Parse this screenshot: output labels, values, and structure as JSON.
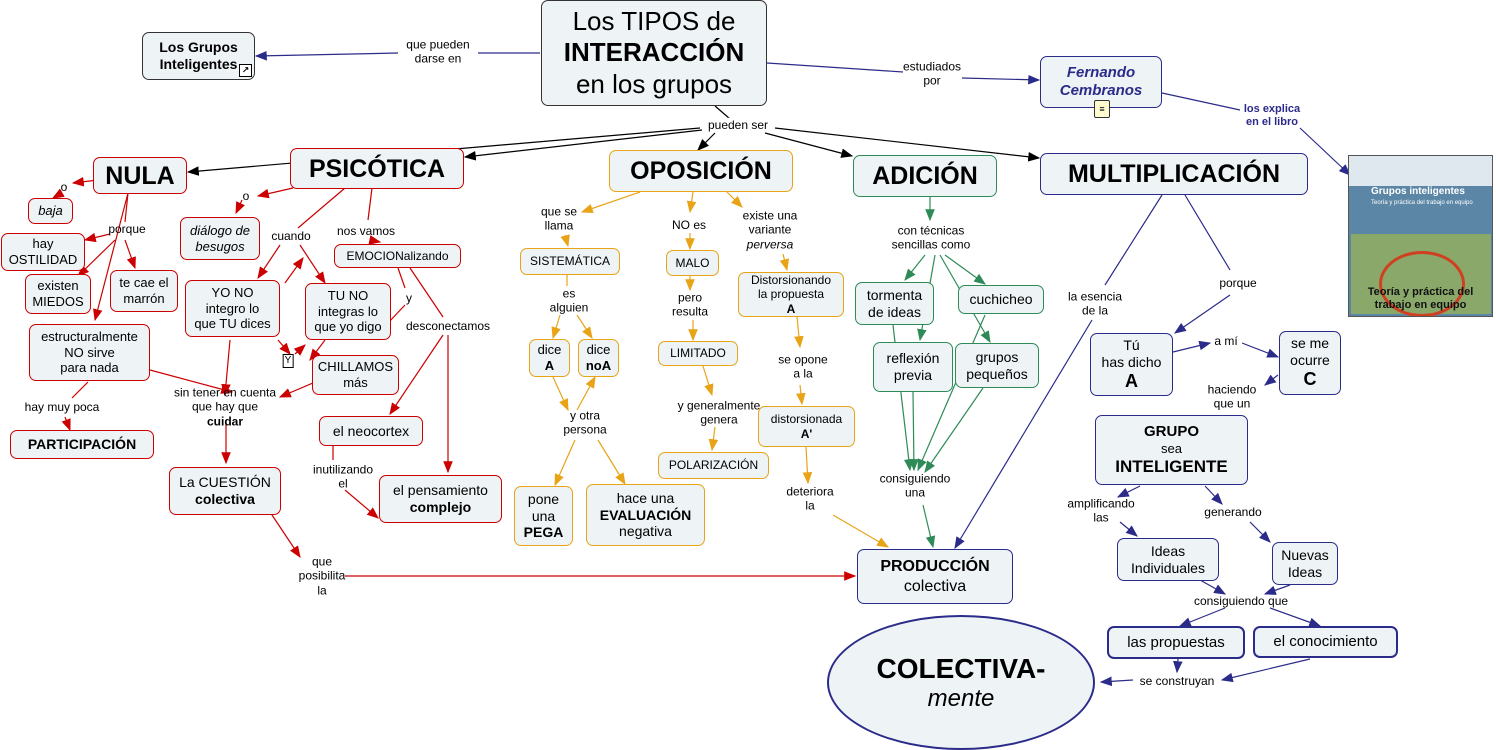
{
  "title": {
    "line1": "Los TIPOS de",
    "line2": "INTERACCIÓN",
    "line3": "en los grupos"
  },
  "grupos_inteligentes": {
    "line1": "Los Grupos",
    "line2": "Inteligentes",
    "shortcut_icon": "shortcut-arrow-icon"
  },
  "fernando": {
    "line1": "Fernando",
    "line2": "Cembranos",
    "note_icon": "note-icon"
  },
  "book": {
    "title": "Grupos inteligentes",
    "subtitle": "Teoría y práctica del trabajo en equipo",
    "caption1": "Teoría y práctica del",
    "caption2": "trabajo en equipo"
  },
  "links_text": {
    "que_pueden": [
      "que pueden",
      "darse en"
    ],
    "estudiados": [
      "estudiados",
      "por"
    ],
    "los_explica": [
      "los explica",
      "en el libro"
    ],
    "pueden_ser": "pueden ser"
  },
  "types": {
    "nula": "NULA",
    "psicotica": "PSICÓTICA",
    "oposicion": "OPOSICIÓN",
    "adicion": "ADICIÓN",
    "multiplicacion": "MULTIPLICACIÓN"
  },
  "nula": {
    "o": "o",
    "baja": "baja",
    "porque": "porque",
    "hay": [
      "hay",
      "OSTILIDAD"
    ],
    "existen": [
      "existen",
      "MIEDOS"
    ],
    "te_cae": [
      "te cae el",
      "marrón"
    ],
    "estructural": [
      "estructuralmente",
      "NO sirve",
      "para nada"
    ],
    "hay_muy_poca": "hay muy poca",
    "participacion": "PARTICIPACIÓN"
  },
  "psicotica": {
    "o": "o",
    "dialogo": [
      "diálogo de",
      "besugos"
    ],
    "cuando": "cuando",
    "nos_vamos": "nos vamos",
    "emocion": "EMOCIONalizando",
    "yo_no": [
      "YO NO",
      "integro lo",
      "que TU dices"
    ],
    "tu_no": [
      "TU NO",
      "integras lo",
      "que yo digo"
    ],
    "y1": "y",
    "y2": "Y",
    "chillamos": [
      "CHILLAMOS",
      "más"
    ],
    "desconectamos": "desconectamos",
    "sin_tener": [
      "sin tener en cuenta",
      "que hay que"
    ],
    "cuidar": "cuidar",
    "cuestion": [
      "La CUESTIÓN",
      "colectiva"
    ],
    "neocortex": "el neocortex",
    "inutilizando": [
      "inutilizando",
      "el"
    ],
    "pensamiento": [
      "el pensamiento",
      "complejo"
    ],
    "que_posibilita": [
      "que",
      "posibilita",
      "la"
    ]
  },
  "oposicion": {
    "que_se_llama": [
      "que se",
      "llama"
    ],
    "sistematica": "SISTEMÁTICA",
    "es_alguien": [
      "es",
      "alguien"
    ],
    "dice_a": [
      "dice",
      "A"
    ],
    "dice_noa": [
      "dice",
      "noA"
    ],
    "y_otra": [
      "y otra",
      "persona"
    ],
    "pone": [
      "pone",
      "una",
      "PEGA"
    ],
    "hace": [
      "hace una",
      "EVALUACIÓN",
      "negativa"
    ],
    "no_es": "NO es",
    "malo": "MALO",
    "pero": [
      "pero",
      "resulta"
    ],
    "limitado": "LIMITADO",
    "y_generalmente": [
      "y generalmente",
      "genera"
    ],
    "polarizacion": "POLARIZACIÓN",
    "existe": [
      "existe una",
      "variante",
      "perversa"
    ],
    "distorsionando": [
      "Distorsionando",
      "la propuesta"
    ],
    "dist_a": "A",
    "se_opone": [
      "se opone",
      "a la"
    ],
    "distorsionada": [
      "distorsionada",
      "A'"
    ],
    "deteriora": [
      "deteriora",
      "la"
    ]
  },
  "adicion": {
    "con_tecnicas": [
      "con técnicas",
      "sencillas como"
    ],
    "tormenta": [
      "tormenta",
      "de ideas"
    ],
    "cuchicheo": "cuchicheo",
    "reflexion": [
      "reflexión",
      "previa"
    ],
    "grupos": [
      "grupos",
      "pequeños"
    ],
    "consiguiendo": [
      "consiguiendo",
      "una"
    ]
  },
  "produccion": {
    "line1": "PRODUCCIÓN",
    "line2": "colectiva"
  },
  "multiplicacion": {
    "la_esencia": [
      "la esencia",
      "de la"
    ],
    "porque": "porque",
    "tu_has": [
      "Tú",
      "has dicho"
    ],
    "tu_a": "A",
    "a_mi": "a mí",
    "se_me": [
      "se me",
      "ocurre"
    ],
    "se_c": "C",
    "haciendo": [
      "haciendo",
      "que un"
    ],
    "grupo": [
      "GRUPO",
      "sea",
      "INTELIGENTE"
    ],
    "amplificando": [
      "amplificando",
      "las"
    ],
    "generando": "generando",
    "ideas": [
      "Ideas",
      "Individuales"
    ],
    "nuevas": [
      "Nuevas",
      "Ideas"
    ],
    "consiguiendo_que": "consiguiendo que",
    "propuestas": "las propuestas",
    "conocimiento": "el conocimiento",
    "se_construyan": "se construyan"
  },
  "colectiva": {
    "line1": "COLECTIVA-",
    "line2": "mente"
  },
  "colors": {
    "red": "#cc0000",
    "orange": "#e8a317",
    "green": "#2e8b57",
    "navy": "#2b2b8a",
    "black": "#000000",
    "node_fill": "#eef3f6"
  }
}
